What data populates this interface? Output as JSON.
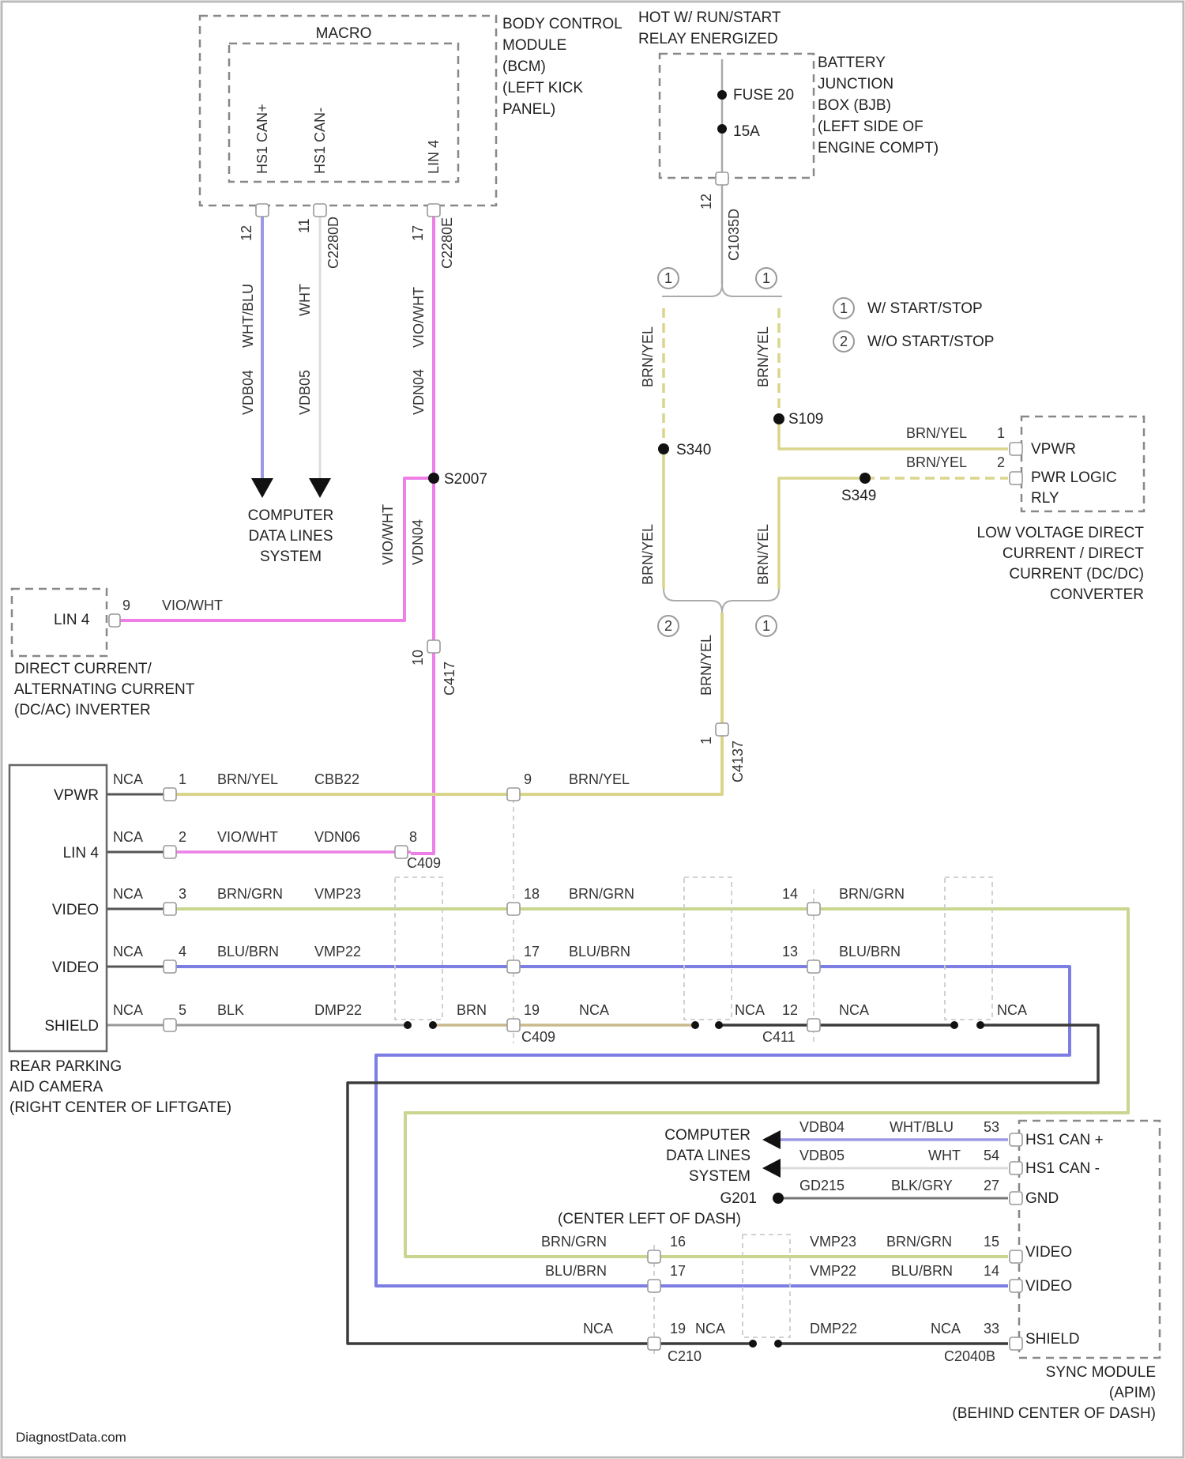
{
  "labels": {
    "macro": "MACRO",
    "bcm_title": [
      "BODY CONTROL",
      "MODULE",
      "(BCM)",
      "(LEFT KICK",
      "PANEL)"
    ],
    "relay_title": [
      "HOT W/ RUN/START",
      "RELAY ENERGIZED"
    ],
    "bjb_title": [
      "BATTERY",
      "JUNCTION",
      "BOX (BJB)",
      "(LEFT SIDE OF",
      "ENGINE COMPT)"
    ],
    "fuse_name": "FUSE 20",
    "fuse_rating": "15A",
    "bcm_pin_hs1p": "HS1 CAN+",
    "bcm_pin_hs1m": "HS1 CAN-",
    "bcm_pin_lin": "LIN 4",
    "bcm_pinno_hs1p": "12",
    "bcm_pinno_hs1m": "11",
    "bcm_pinno_lin": "17",
    "bcm_connector_1": "C2280D",
    "bcm_connector_2": "C2280E",
    "fuse_pin": "12",
    "fuse_connector": "C1035D",
    "wire_wht_blu": "WHT/BLU",
    "wire_wht": "WHT",
    "wire_vio_wht": "VIO/WHT",
    "circuit_vdb04": "VDB04",
    "circuit_vdb05": "VDB05",
    "circuit_vdn04": "VDN04",
    "splice_s2007": "S2007",
    "cdls_label": [
      "COMPUTER",
      "DATA LINES",
      "SYSTEM"
    ],
    "legend_1_sym": "1",
    "legend_1": "W/ START/STOP",
    "legend_2_sym": "2",
    "legend_2": "W/O START/STOP",
    "variant_marks": [
      "1",
      "1",
      "2",
      "1"
    ],
    "wire_brn_yel": "BRN/YEL",
    "splice_s340": "S340",
    "splice_s109": "S109",
    "splice_s349": "S349",
    "dcdc_pin_vpwr": "VPWR",
    "dcdc_pin_pwr_logic": "PWR LOGIC",
    "dcdc_pin_rly": "RLY",
    "dcdc_pinno_1": "1",
    "dcdc_pinno_2": "2",
    "dcdc_title": [
      "LOW VOLTAGE DIRECT",
      "CURRENT / DIRECT",
      "CURRENT (DC/DC)",
      "CONVERTER"
    ],
    "inverter_pin": "LIN 4",
    "inverter_pinno": "9",
    "inverter_title": [
      "DIRECT CURRENT/",
      "ALTERNATING CURRENT",
      "(DC/AC) INVERTER"
    ],
    "c417_pin": "10",
    "c417": "C417",
    "c417b_pin": "1",
    "c417b": "C4137",
    "camera_pins": [
      "VPWR",
      "LIN 4",
      "VIDEO",
      "VIDEO",
      "SHIELD"
    ],
    "camera_pin_numbers": [
      "1",
      "2",
      "3",
      "4",
      "5"
    ],
    "nca": "NCA",
    "cam_wire_colors": [
      "BRN/YEL",
      "VIO/WHT",
      "BRN/GRN",
      "BLU/BRN",
      "BLK"
    ],
    "cam_circuits": [
      "CBB22",
      "VDN06",
      "VMP23",
      "VMP22",
      "DMP22"
    ],
    "c409_pins": [
      "9",
      "8",
      "18",
      "17",
      "19"
    ],
    "c409": "C409",
    "mid_wire_colors": [
      "BRN/YEL",
      "BRN/GRN",
      "BLU/BRN",
      "BRN",
      "NCA"
    ],
    "c411_pins": [
      "14",
      "13",
      "12"
    ],
    "c411": "C411",
    "far_wire_colors": [
      "BRN/GRN",
      "BLU/BRN",
      "NCA",
      "NCA"
    ],
    "camera_title": [
      "REAR PARKING",
      "AID CAMERA",
      "(RIGHT CENTER OF LIFTGATE)"
    ],
    "sync_pins": [
      "HS1 CAN +",
      "HS1 CAN -",
      "GND",
      "VIDEO",
      "VIDEO",
      "SHIELD"
    ],
    "sync_pin_numbers": [
      "53",
      "54",
      "27",
      "15",
      "14",
      "33"
    ],
    "sync_wire_colors": [
      "WHT/BLU",
      "WHT",
      "BLK/GRY",
      "BRN/GRN",
      "BLU/BRN",
      "NCA"
    ],
    "sync_circuits": [
      "VDB04",
      "VDB05",
      "GD215",
      "VMP23",
      "VMP22",
      "DMP22"
    ],
    "ground_g201": "G201",
    "location_center_left": "(CENTER LEFT OF DASH)",
    "c210_wire_colors": [
      "BRN/GRN",
      "BLU/BRN",
      "NCA"
    ],
    "c210_pins": [
      "16",
      "17",
      "19"
    ],
    "c210_right_nca": "NCA",
    "c210": "C210",
    "c2040b": "C2040B",
    "sync_title": [
      "SYNC MODULE",
      "(APIM)",
      "(BEHIND CENTER OF DASH)"
    ],
    "watermark": "DiagnostData.com"
  },
  "colors": {
    "purple": "#9b98e8",
    "pink": "#ee7fe6",
    "yellow": "#dad58c",
    "olive": "#c8d68f",
    "blue": "#7c7ee4",
    "black": "#3b3b3b",
    "white_wire": "#dddddd",
    "gray": "#777777"
  }
}
